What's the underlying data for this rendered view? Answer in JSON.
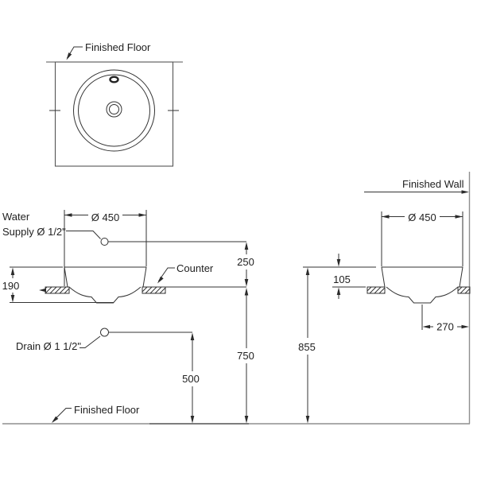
{
  "drawing": {
    "type": "installation-technical-drawing",
    "colors": {
      "line": "#333333",
      "structure_line": "#8f8f8f",
      "background": "#ffffff"
    },
    "plan_view": {
      "finished_floor_label": "Finished Floor"
    },
    "front_view": {
      "water_supply_label_line1": "Water",
      "water_supply_label_line2": "Supply Ø 1/2\"",
      "basin_diameter": "Ø 450",
      "basin_height": "190",
      "counter_label": "Counter",
      "supply_height_above_counter": "250",
      "counter_height_from_floor": "750",
      "drain_label": "Drain Ø 1 1/2\"",
      "drain_height_from_floor": "500",
      "finished_floor_label": "Finished Floor"
    },
    "side_view": {
      "finished_wall_label": "Finished Wall",
      "basin_diameter": "Ø 450",
      "rim_above_counter": "105",
      "rim_height_from_floor": "855",
      "drain_distance_from_wall": "270"
    }
  }
}
